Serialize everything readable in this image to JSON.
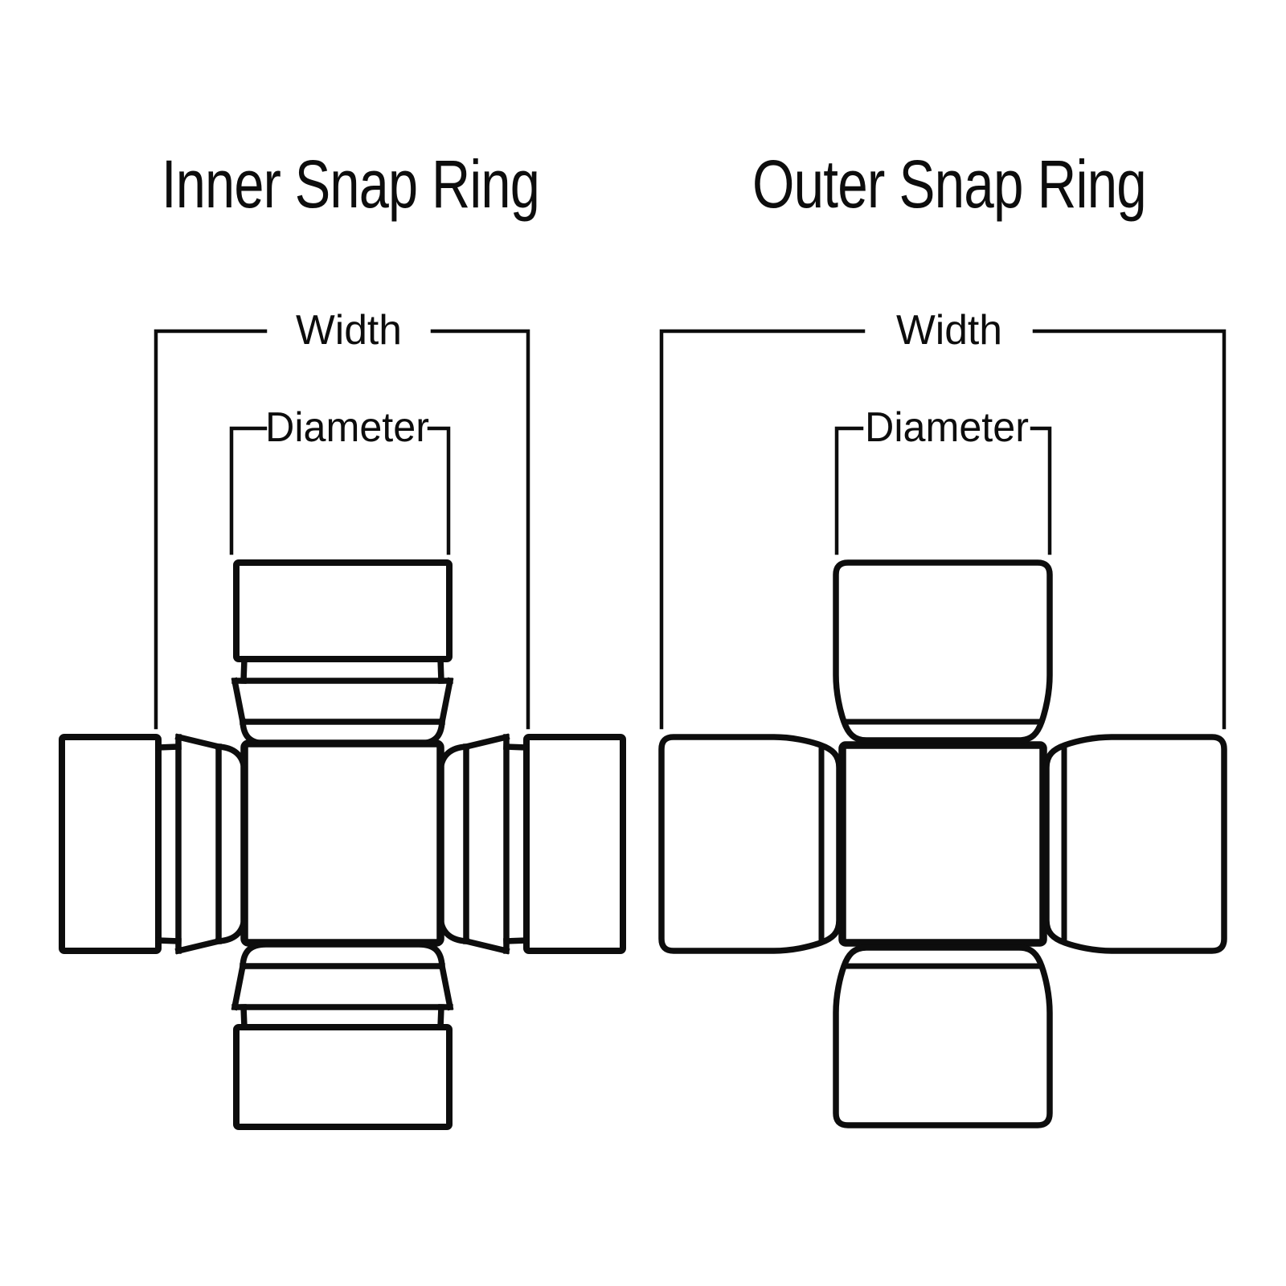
{
  "page": {
    "background_color": "#ffffff",
    "line_color": "#0d0d0d"
  },
  "inner_diagram": {
    "title": "Inner Snap Ring",
    "width_label": "Width",
    "diameter_label": "Diameter"
  },
  "outer_diagram": {
    "title": "Outer Snap Ring",
    "width_label": "Width",
    "diameter_label": "Diameter"
  }
}
